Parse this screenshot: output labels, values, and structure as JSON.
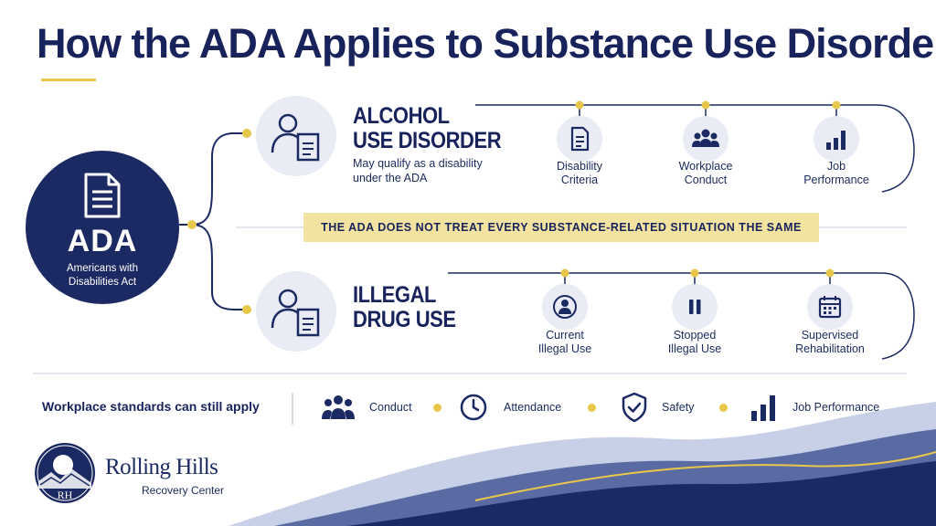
{
  "title": "How the ADA Applies to Substance Use Disorders",
  "colors": {
    "navy": "#1c2a63",
    "gold": "#e8c84a",
    "light_circle": "#e9ecf4",
    "banner": "#f3e3a0"
  },
  "ada": {
    "name": "ADA",
    "full_name": "Americans with Disabilities Act",
    "icon": "document-icon"
  },
  "alcohol": {
    "heading_line1": "ALCOHOL",
    "heading_line2": "USE DISORDER",
    "description_line1": "May qualify as a disability",
    "description_line2": "under the ADA",
    "icon": "person-document-icon",
    "items": [
      {
        "line1": "Disability",
        "line2": "Criteria",
        "icon": "document-icon"
      },
      {
        "line1": "Workplace",
        "line2": "Conduct",
        "icon": "people-group-icon"
      },
      {
        "line1": "Job",
        "line2": "Performance",
        "icon": "bar-chart-icon"
      }
    ]
  },
  "banner": "THE ADA DOES NOT TREAT EVERY SUBSTANCE-RELATED SITUATION THE SAME",
  "illegal": {
    "heading_line1": "ILLEGAL",
    "heading_line2": "DRUG USE",
    "icon": "person-document-icon",
    "items": [
      {
        "line1": "Current",
        "line2": "Illegal Use",
        "icon": "person-alert-icon"
      },
      {
        "line1": "Stopped",
        "line2": "Illegal Use",
        "icon": "pause-icon"
      },
      {
        "line1": "Supervised",
        "line2": "Rehabilitation",
        "icon": "calendar-icon"
      }
    ]
  },
  "standards": {
    "title": "Workplace standards can still apply",
    "items": [
      {
        "label": "Conduct",
        "icon": "people-group-icon"
      },
      {
        "label": "Attendance",
        "icon": "clock-icon"
      },
      {
        "label": "Safety",
        "icon": "shield-check-icon"
      },
      {
        "label": "Job Performance",
        "icon": "bar-chart-icon"
      }
    ]
  },
  "logo": {
    "monogram": "RH",
    "name": "Rolling Hills",
    "subtitle": "Recovery Center"
  }
}
